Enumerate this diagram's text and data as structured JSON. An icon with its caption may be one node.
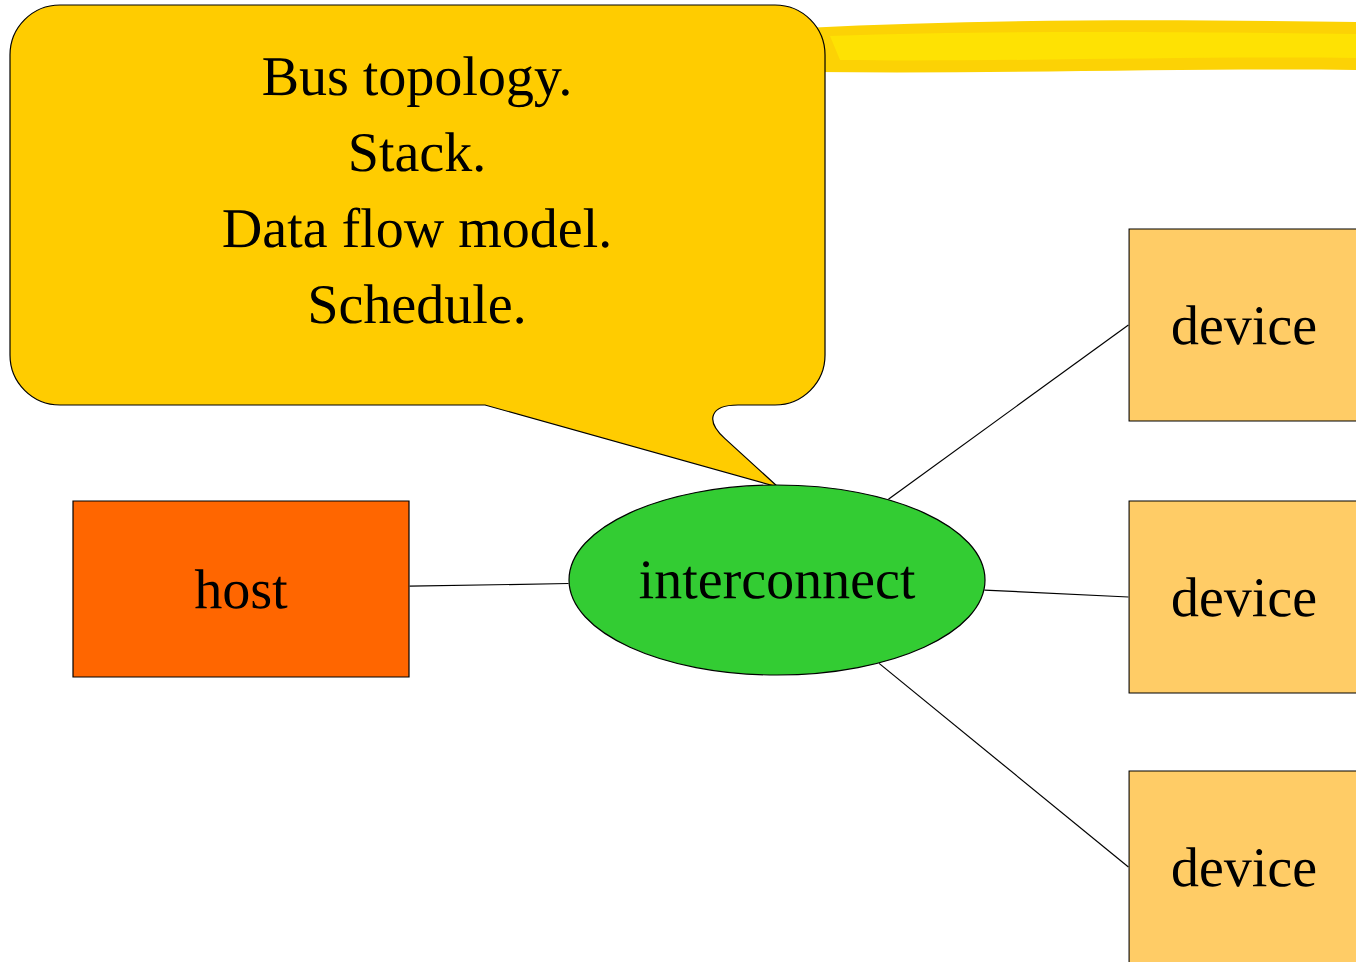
{
  "diagram": {
    "nodes": [
      {
        "text": [
          "Bus topology.",
          "Stack.",
          "Data flow model.",
          "Schedule."
        ]
      },
      {
        "text": [
          "host"
        ]
      },
      {
        "text": [
          "interconnect"
        ]
      },
      {
        "text": [
          "device"
        ]
      },
      {
        "text": [
          "device"
        ]
      },
      {
        "text": [
          "device"
        ]
      }
    ],
    "edges": [
      {
        "from": 1,
        "to": 2,
        "arrow": "none"
      },
      {
        "from": 2,
        "to": 3,
        "arrow": "none"
      },
      {
        "from": 2,
        "to": 4,
        "arrow": "none"
      },
      {
        "from": 2,
        "to": 5,
        "arrow": "none"
      }
    ]
  }
}
